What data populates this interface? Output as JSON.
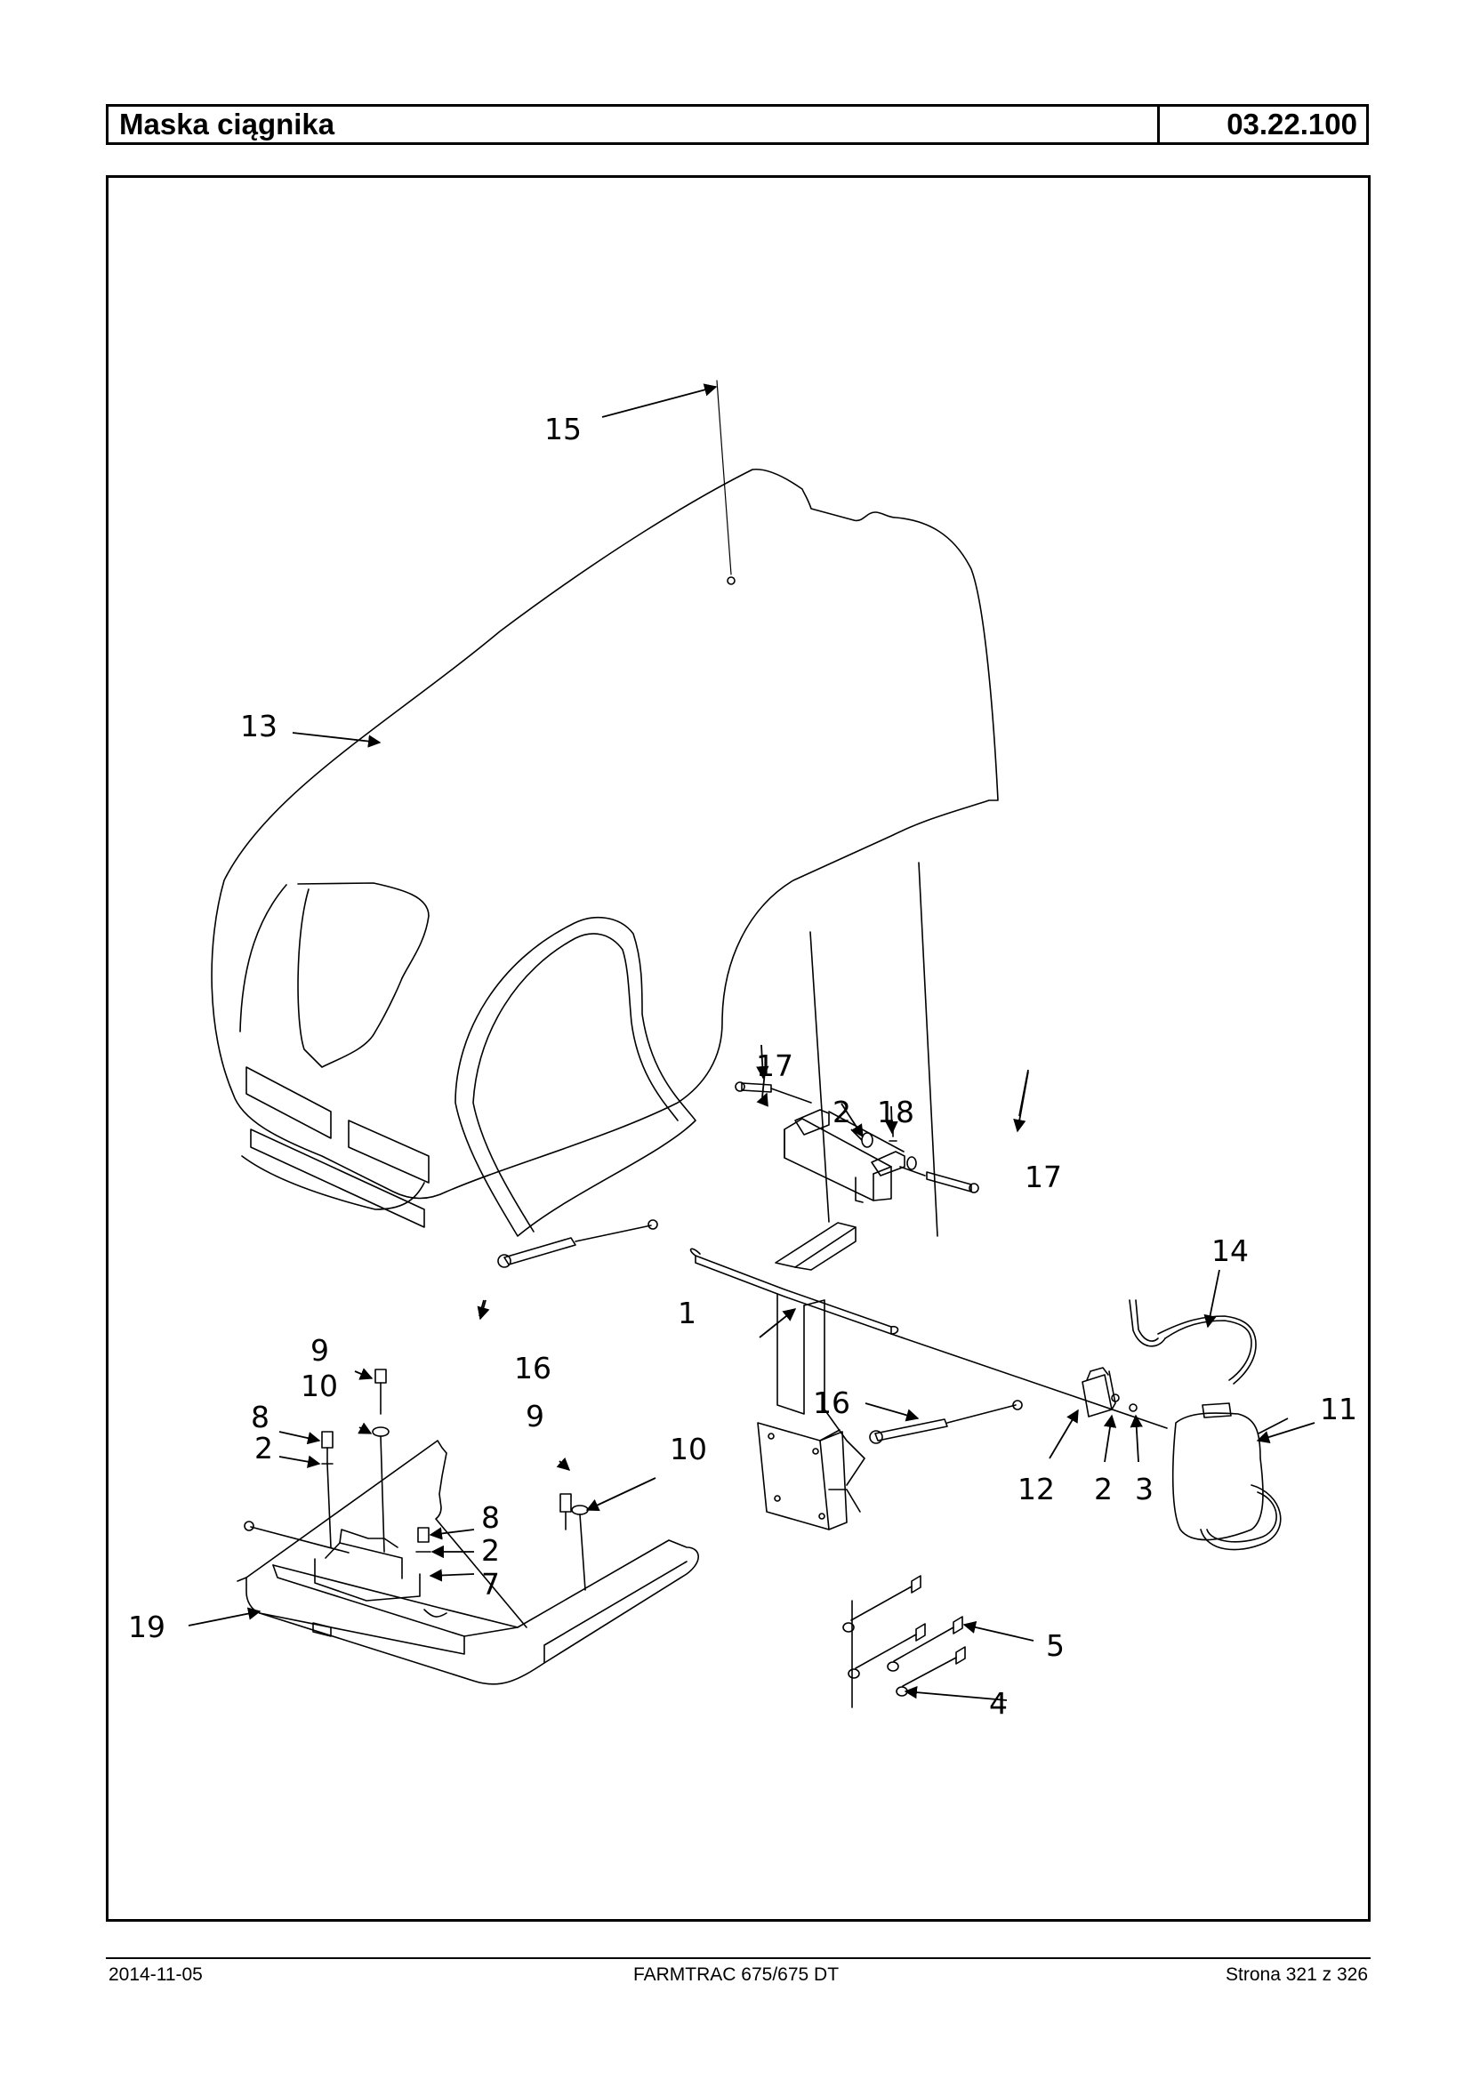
{
  "header": {
    "title": "Maska ciągnika",
    "code": "03.22.100"
  },
  "callouts": {
    "c1": "1",
    "c2a": "2",
    "c2b": "2",
    "c2c": "2",
    "c2d": "2",
    "c3": "3",
    "c4": "4",
    "c5": "5",
    "c7": "7",
    "c8a": "8",
    "c8b": "8",
    "c9a": "9",
    "c9b": "9",
    "c10a": "10",
    "c10b": "10",
    "c11": "11",
    "c12": "12",
    "c13": "13",
    "c14": "14",
    "c15": "15",
    "c16a": "16",
    "c16b": "16",
    "c17a": "17",
    "c17b": "17",
    "c18": "18",
    "c19": "19"
  },
  "footer": {
    "date": "2014-11-05",
    "model": "FARMTRAC 675/675 DT",
    "page": "Strona 321 z 326"
  }
}
